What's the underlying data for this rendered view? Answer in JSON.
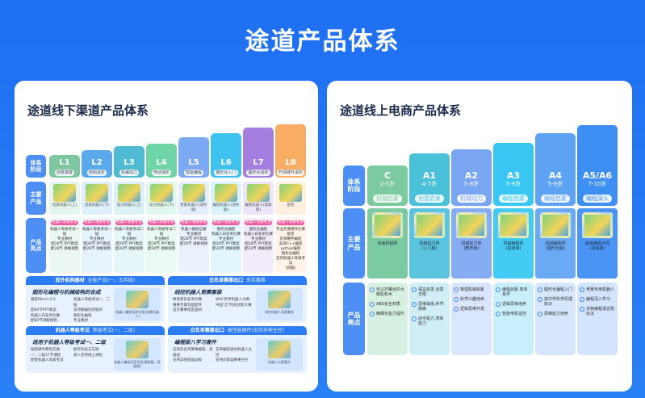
{
  "title": "途道产品体系",
  "left": {
    "title": "途道线下渠道产品体系",
    "row_headers": [
      "体系\n阶段",
      "主要\n产品",
      "产品\n亮点"
    ],
    "levels": [
      {
        "code": "L1",
        "tag": "创意搭建",
        "product": "创意机器人(上)",
        "badge": "机器人等级考试",
        "lines": [
          "机器人等级考试一级",
          "专业教材",
          "配28节 PPT教案",
          "配28节 讲解视频"
        ],
        "color": "#7dc6a0"
      },
      {
        "code": "L2",
        "tag": "结构进阶",
        "product": "创意机器人(下)",
        "badge": "机器人等级考试",
        "lines": [
          "机器人等级考试一级",
          "专业教材",
          "配28节 PPT教案",
          "配28节 讲解视频"
        ],
        "color": "#5aa9ea"
      },
      {
        "code": "L3",
        "tag": "机械动力",
        "product": "动力机器人(上)",
        "badge": "机器人等级考试",
        "lines": [
          "机器人等级考试二级",
          "专业教材",
          "配28节 PPT教案",
          "配28节 讲解视频"
        ],
        "color": "#4fbad2"
      },
      {
        "code": "L4",
        "tag": "传动进阶",
        "product": "动力机器人(下)",
        "badge": "机器人等级考试",
        "lines": [
          "机器人等级考试二级",
          "专业教材",
          "配28节 PPT教案",
          "配28节 讲解视频"
        ],
        "color": "#6fd4a6"
      },
      {
        "code": "L5",
        "tag": "智能编程",
        "product": "智能机器人(进阶版)",
        "badge": "机器人等级考试",
        "lines": [
          "机器人编程启蒙",
          "专业教材",
          "配28节 PPT教案",
          "配28节 讲解视频"
        ],
        "color": "#7ba9f3"
      },
      {
        "code": "L6",
        "tag": "图形化入门",
        "product": "编程机器人(进阶版)",
        "badge": "机器人等级考试",
        "lines": [
          "图形化编程",
          "机器人白名单比赛",
          "专业教材",
          "配28节 PPT教案",
          "配28节 讲解视频"
        ],
        "color": "#3fc2ef"
      },
      {
        "code": "L7",
        "tag": "图形化进阶",
        "product": "编程机器人(高级版)",
        "badge": "机器人等级考试",
        "lines": [
          "图形化编程",
          "机器人白名单比赛",
          "专业教材",
          "配28节 PPT教案",
          "配28节 讲解视频"
        ],
        "color": "#a57fe0"
      },
      {
        "code": "L8",
        "tag": "开源硬件进阶",
        "product": "套装",
        "badge": "机器人等级考试",
        "lines": [
          "专业开源硬件比赛套装",
          "开源硬件编程",
          "支持C++编程",
          "python编程",
          "图形化编程",
          "支持机器人等级考试",
          "(四级)"
        ],
        "color": "#f8ad62"
      }
    ],
    "cards": [
      {
        "head": "校外机构器材",
        "head_sub": "· 全能产品(一、五年级)",
        "subtitle": "图形化编程与机械结构的合成",
        "bullets": [
          "兼容Mind+2.0",
          "机器人等级考试一、二级",
          "配80节PPT教案",
          "支持教编同步服务",
          "机器人白名单比赛",
          "图形化编程",
          "配80节讲解视频",
          "专业教材"
        ],
        "image_caption": "机器人编程培养学型(创意机器人)"
      },
      {
        "head": "白名单赛事出口",
        "head_sub": "· 支持赛事",
        "subtitle": "线控机器人竞赛套装",
        "bullets": [
          "教育部白名单比赛",
          "WRC世界机器人大赛",
          "赛事专属功能配件",
          "中国\"芯\"科技创新大赛",
          "官方赛事指定器材"
        ],
        "image_caption": "线控机器人竞赛套装"
      },
      {
        "head": "机器人等级考试",
        "head_sub": "· 等级考试(一、二级)",
        "subtitle": "适用于机器人等级考试一、二级",
        "bullets": [
          "按照课件教程实践",
          "配有科技与实践",
          "一、二级27节课程",
          "真人老师线上课程",
          "配套机器人等级考试"
        ],
        "image_caption": "机器人编程培养学型(基础版、高级版)"
      },
      {
        "head": "白名单赛事出口",
        "head_sub": "· 高性能硬件(支持多种主控)",
        "subtitle": "编程版八学习套件",
        "bullets": [
          "支持白名单赛事编程、高级组",
          "支持编程驱动机器人主控",
          "支持高性能驱动板",
          "支持创客类赛事主控"
        ],
        "image_caption": "机器人大赛套件"
      }
    ]
  },
  "right": {
    "title": "途道线上电商产品体系",
    "row_headers": [
      "体系\n阶段",
      "主要\n产品",
      "产品\n亮点"
    ],
    "levels": [
      {
        "code": "C",
        "age": "2-5岁",
        "tag": "机械启蒙",
        "product": "未来机械师",
        "highlights": [
          "可以拧螺丝的大颗粒积木",
          "ABS安全材质",
          "精细化能力提升"
        ],
        "color": "#7ccaa2",
        "pcolor": "#7ccaa2",
        "hcolor": "#d6f0e2"
      },
      {
        "code": "A1",
        "age": "4-7岁",
        "tag": "创意启发",
        "product": "机械动力师\n(入门版)",
        "highlights": [
          "语言启发,创意无限",
          "思维锻炼,科学探索",
          "动手能力,想象能力"
        ],
        "color": "#4bc0d9",
        "pcolor": "#5cc4de",
        "hcolor": "#cfeef6"
      },
      {
        "code": "A2",
        "age": "5-8岁",
        "tag": "机械动力",
        "product": "机械动力师\n(教育版)",
        "highlights": [
          "物理机械启蒙",
          "科学兴趣培养",
          "逻辑思维开发"
        ],
        "color": "#7aa5f2",
        "pcolor": "#86adf4",
        "hcolor": "#dae6fd"
      },
      {
        "code": "A3",
        "age": "5-9岁",
        "tag": "编程启蒙",
        "product": "机械编程师\n(高级版)",
        "highlights": [
          "编程启蒙,简单易学",
          "逻辑思维培养",
          "智能电机遥控"
        ],
        "color": "#39c6f2",
        "pcolor": "#43cbf3",
        "hcolor": "#c9effd"
      },
      {
        "code": "A4",
        "age": "5-9岁",
        "tag": "编程启蒙",
        "product": "机械编程师\n(图形化版)",
        "highlights": [
          "图形化编程入门",
          "批中学科学原理知识",
          "思维能力培养"
        ],
        "color": "#5ea3f3",
        "pcolor": "#6aa9f4",
        "hcolor": "#d6e7fd"
      },
      {
        "code": "A5/A6",
        "age": "7-10岁",
        "tag": "编程深入",
        "product": "超级编程大师\n(高级版)",
        "highlights": [
          "竞赛专用机器人",
          "编程深入学习",
          "多种编程语言配玩法"
        ],
        "color": "#3e8ff4",
        "pcolor": "#4a94f5",
        "hcolor": "#d3e4fd"
      }
    ]
  },
  "colors": {
    "background": "#1f6ff2",
    "header_cell": "#4d8ff5",
    "badge_red": "#f05aa0"
  }
}
